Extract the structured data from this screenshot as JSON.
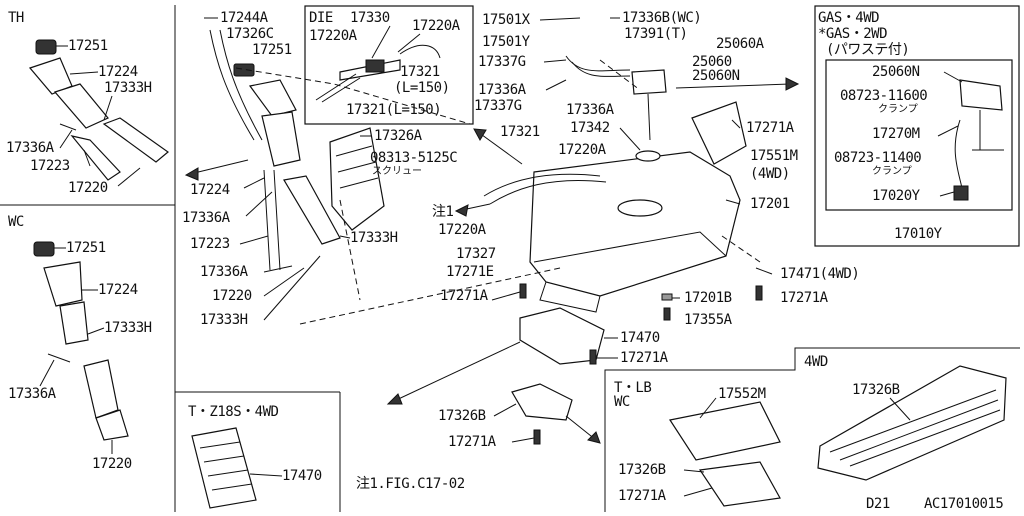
{
  "panels": {
    "th": {
      "title": "TH",
      "parts": {
        "cap": "17251",
        "neck": "17224",
        "hose_upper": "17333H",
        "clamp": "17336A",
        "hose_mid": "17223",
        "tube": "17220"
      }
    },
    "wc": {
      "title": "WC",
      "parts": {
        "cap": "17251",
        "neck": "17224",
        "hose_upper": "17333H",
        "clamp": "17336A",
        "tube": "17220"
      }
    },
    "tz": {
      "title": "T・Z18S・4WD",
      "parts": {
        "protector": "17470"
      }
    },
    "die": {
      "title": "DIE",
      "parts": {
        "p1": "17330",
        "p2": "17220A",
        "p3": "17220A",
        "p4": "17321",
        "p4_note": "(L=150)",
        "p5": "17321(L=150)"
      }
    },
    "gas": {
      "title1": "GAS・4WD",
      "title2": "*GAS・2WD",
      "title3": "(パワステ付)",
      "parts": {
        "p1": "25060N",
        "p2": "08723-11600",
        "p2_note": "クランプ",
        "p3": "17270M",
        "p4": "08723-11400",
        "p4_note": "クランプ",
        "p5": "17020Y"
      },
      "assy": "17010Y"
    },
    "tlb": {
      "title1": "T・LB",
      "title2": "WC",
      "parts": {
        "p1": "17552M",
        "p2": "17326B",
        "p3": "17271A"
      }
    },
    "fwd": {
      "title": "4WD",
      "parts": {
        "p1": "17326B"
      }
    }
  },
  "main_labels": {
    "l17244A": "17244A",
    "l17326C": "17326C",
    "l17251": "17251",
    "l17224": "17224",
    "l17336A_a": "17336A",
    "l17223": "17223",
    "l17336A_b": "17336A",
    "l17220": "17220",
    "l17333H_a": "17333H",
    "l17333H_b": "17333H",
    "l17326A": "17326A",
    "l08313": "08313-5125C",
    "screw": "スクリュー",
    "l17321": "17321",
    "l17220A_a": "17220A",
    "l17220A_b": "17220A",
    "note1": "注1",
    "l17327": "17327",
    "l17271E": "17271E",
    "l17271A_a": "17271A",
    "l17501X": "17501X",
    "l17501Y": "17501Y",
    "l17337G_a": "17337G",
    "l17336A_c": "17336A",
    "l17337G_b": "17337G",
    "l17336B": "17336B(WC)",
    "l17391": "17391(T)",
    "l25060A": "25060A",
    "l25060": "25060",
    "l25060N": "25060N",
    "l17336A_d": "17336A",
    "l17342": "17342",
    "l17271A_b": "17271A",
    "l17551M": "17551M",
    "l4wd": "(4WD)",
    "l17201": "17201",
    "l17471": "17471(4WD)",
    "l17201B": "17201B",
    "l17271A_c": "17271A",
    "l17355A": "17355A",
    "l17470": "17470",
    "l17271A_d": "17271A",
    "l17326B": "17326B",
    "l17271A_e": "17271A"
  },
  "footer": {
    "note": "注1.FIG.C17-02",
    "model": "D21",
    "code": "AC17010015"
  }
}
